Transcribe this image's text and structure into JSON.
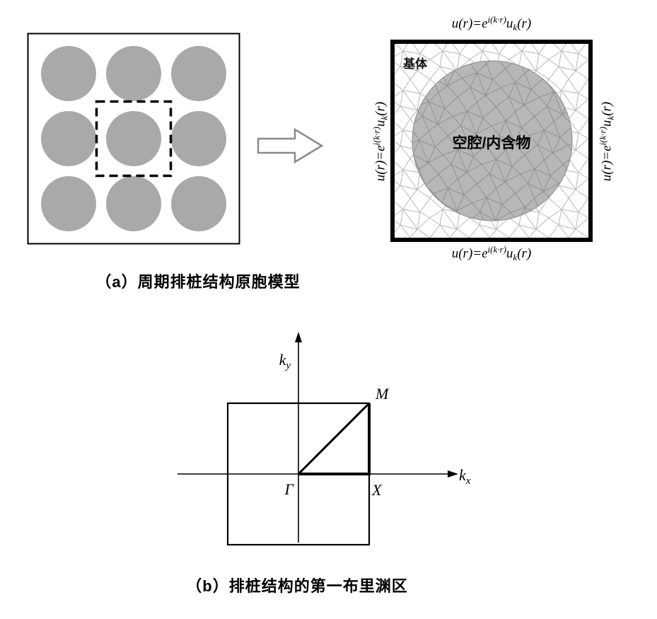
{
  "colors": {
    "lattice_circle": "#a9a9a9",
    "inclusion_fill": "#b7b7b7"
  },
  "panel_a": {
    "caption": "（a）周期排桩结构原胞模型",
    "matrix_label": "基体",
    "inclusion_label": "空腔/内含物",
    "bc_formula": {
      "pre": "u(r)=e",
      "sup": "i(k·r)",
      "base": "u",
      "sub": "k",
      "post": "(r)"
    }
  },
  "panel_b": {
    "caption": "（b）排桩结构的第一布里渊区",
    "kx_base": "k",
    "kx_sub": "x",
    "ky_base": "k",
    "ky_sub": "y",
    "gamma_label": "Γ",
    "x_label": "X",
    "m_label": "M"
  }
}
